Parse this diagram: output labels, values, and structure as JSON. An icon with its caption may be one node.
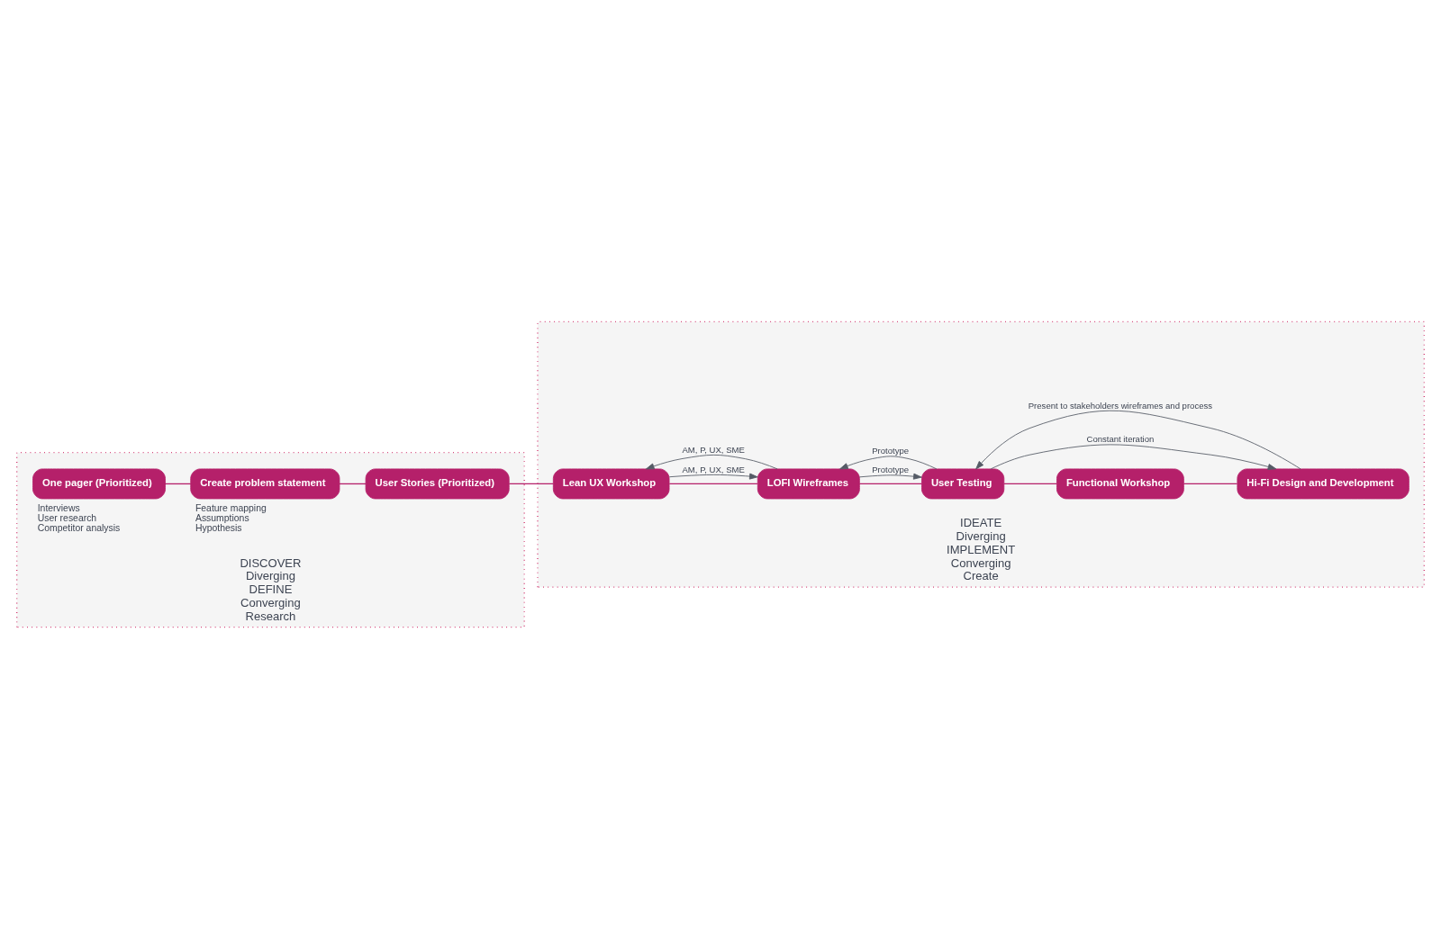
{
  "diagram": {
    "nodes": [
      {
        "text": [
          "DISCOVER",
          "Diverging",
          "DEFINE",
          "Converging",
          "Research"
        ]
      },
      {
        "text": [
          "One pager (Prioritized)"
        ],
        "in": 0,
        "beside": [
          "Interviews",
          "User research",
          "Competitor analysis"
        ]
      },
      {
        "text": [
          "Create problem statement"
        ],
        "in": 0,
        "beside": [
          "Feature mapping",
          "Assumptions",
          "Hypothesis"
        ]
      },
      {
        "text": [
          "User Stories (Prioritized)"
        ],
        "in": 0
      },
      {
        "text": [
          "IDEATE",
          "Diverging",
          "IMPLEMENT",
          "Converging",
          "Create"
        ]
      },
      {
        "text": [
          "Lean UX Workshop"
        ],
        "in": 4
      },
      {
        "text": [
          "LOFI Wireframes"
        ],
        "in": 4
      },
      {
        "text": [
          "User Testing"
        ],
        "in": 4
      },
      {
        "text": [
          "Functional Workshop"
        ],
        "in": 4
      },
      {
        "text": [
          "Hi-Fi Design and Development"
        ],
        "in": 4
      }
    ],
    "edges": [
      {
        "from": 1,
        "to": 2,
        "arrow": "none"
      },
      {
        "from": 2,
        "to": 3,
        "arrow": "none"
      },
      {
        "from": 3,
        "to": 5,
        "arrow": "none"
      },
      {
        "from": 5,
        "to": 6,
        "arrow": "none"
      },
      {
        "from": 6,
        "to": 7,
        "arrow": "none"
      },
      {
        "from": 7,
        "to": 8,
        "arrow": "none"
      },
      {
        "from": 8,
        "to": 9,
        "arrow": "none"
      },
      {
        "from": 5,
        "to": 6,
        "arrow": "to",
        "label": "AM, P, UX, SME",
        "color": "#555b66"
      },
      {
        "from": 6,
        "to": 5,
        "arrow": "to",
        "label": "AM, P, UX, SME",
        "color": "#555b66"
      },
      {
        "from": 6,
        "to": 7,
        "arrow": "to",
        "label": "Prototype",
        "color": "#555b66"
      },
      {
        "from": 7,
        "to": 6,
        "arrow": "to",
        "label": "Prototype",
        "color": "#555b66"
      },
      {
        "from": 7,
        "to": 9,
        "arrow": "to",
        "label": "Constant iteration",
        "color": "#555b66"
      },
      {
        "from": 9,
        "to": 7,
        "arrow": "to",
        "label": "Present to stakeholders wireframes and process",
        "color": "#555b66"
      }
    ]
  }
}
